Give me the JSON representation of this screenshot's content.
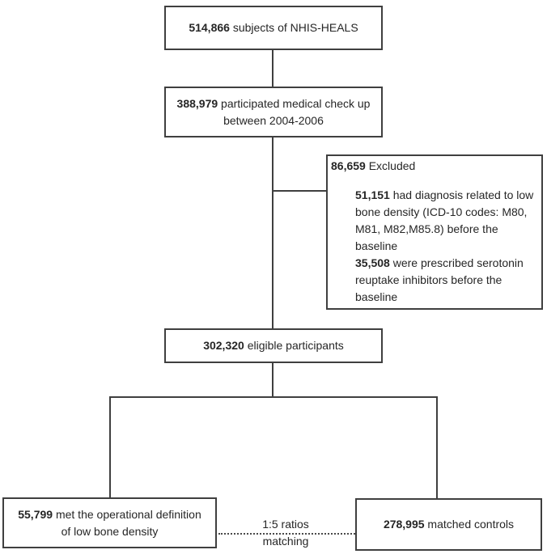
{
  "diagram": {
    "box_nhis": {
      "bold": "514,866",
      "rest": " subjects of NHIS-HEALS"
    },
    "box_checkup": {
      "line1_bold": "388,979",
      "line1_rest": " participated medical check up",
      "line2": "between 2004-2006"
    },
    "box_excluded": {
      "header_bold": "86,659",
      "header_rest": " Excluded",
      "item1_bold": "51,151",
      "item1_line1": " had diagnosis related to low",
      "item1_line2": "bone density (ICD-10 codes: M80,",
      "item1_line3": "M81, M82,M85.8) before the",
      "item1_line4": "baseline",
      "item2_bold": "35,508",
      "item2_line1": " were prescribed serotonin",
      "item2_line2": "reuptake inhibitors before the",
      "item2_line3": "baseline"
    },
    "box_eligible": {
      "bold": "302,320",
      "rest": " eligible participants"
    },
    "box_lowbone": {
      "line1_bold": "55,799",
      "line1_rest": " met the operational definition",
      "line2": "of low bone density"
    },
    "box_controls": {
      "bold": "278,995",
      "rest": " matched controls"
    },
    "matching_label": {
      "line1": "1:5 ratios",
      "line2": "matching"
    }
  },
  "colors": {
    "border": "#3f3f3f",
    "text": "#262626",
    "background": "#ffffff"
  }
}
